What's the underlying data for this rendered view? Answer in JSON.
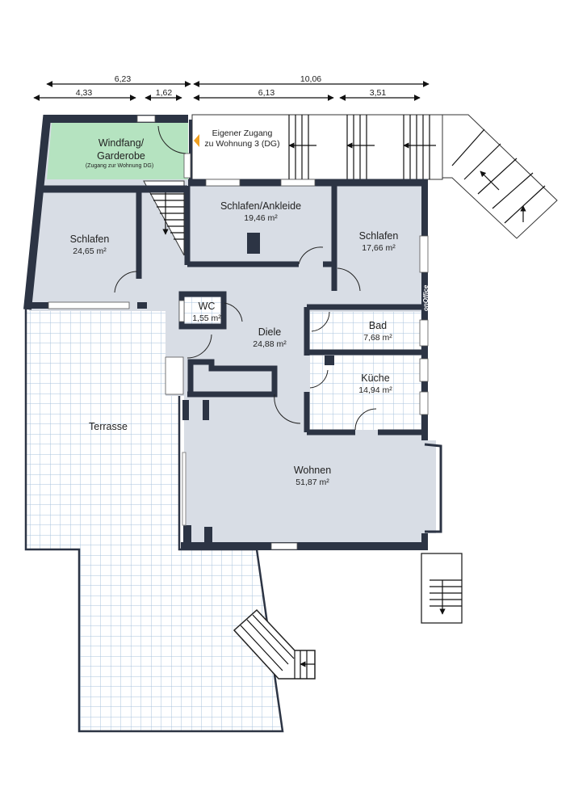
{
  "dimensions": {
    "top_left_total": "6,23",
    "top_right_total": "10,06",
    "left_1": "4,33",
    "left_2": "1,62",
    "right_1": "6,13",
    "right_2": "3,51"
  },
  "entrance_note": {
    "line1": "Eigener Zugang",
    "line2": "zu Wohnung 3 (DG)"
  },
  "rooms": {
    "windfang": {
      "name_line1": "Windfang/",
      "name_line2": "Garderobe",
      "note": "(Zugang zur Wohnung DG)"
    },
    "schlafen_left": {
      "name": "Schlafen",
      "area": "24,65 m²"
    },
    "schlafen_ankleide": {
      "name": "Schlafen/Ankleide",
      "area": "19,46 m²"
    },
    "schlafen_right": {
      "name": "Schlafen",
      "area": "17,66 m²"
    },
    "wc": {
      "name": "WC",
      "area": "1,55 m²"
    },
    "diele": {
      "name": "Diele",
      "area": "24,88 m²"
    },
    "bad": {
      "name": "Bad",
      "area": "7,68 m²"
    },
    "kueche": {
      "name": "Küche",
      "area": "14,94 m²"
    },
    "wohnen": {
      "name": "Wohnen",
      "area": "51,87 m²"
    },
    "terrasse": {
      "name": "Terrasse"
    }
  },
  "watermark": "onOffice",
  "colors": {
    "wall": "#2c3444",
    "room": "#d8dde5",
    "entry": "#b5e3c0",
    "tile_line": "#a9c3dc",
    "entrance_marker": "#f0a020"
  }
}
